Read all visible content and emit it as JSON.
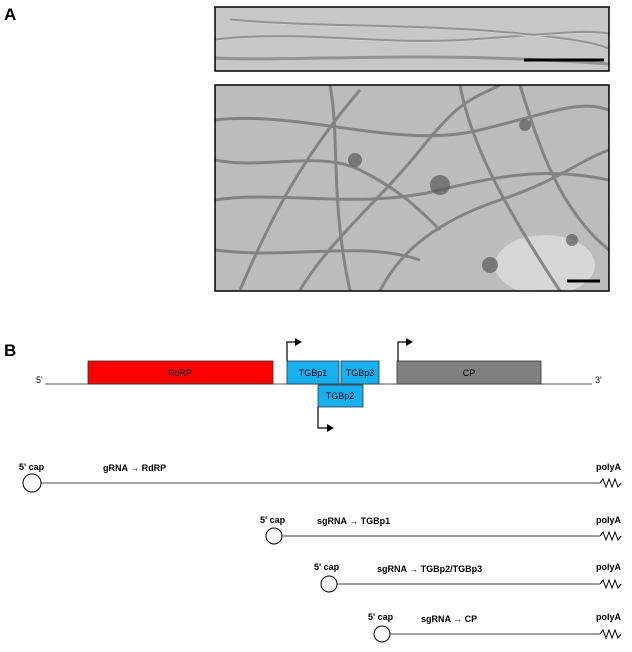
{
  "panel_a": {
    "label": "A"
  },
  "panel_b": {
    "label": "B",
    "genome": {
      "five_prime": "5'",
      "three_prime": "3'",
      "genes": [
        {
          "name": "RdRP",
          "color": "#ff0000"
        },
        {
          "name": "TGBp1",
          "color": "#16b0f0"
        },
        {
          "name": "TGBp3",
          "color": "#16b0f0"
        },
        {
          "name": "TGBp2",
          "color": "#16b0f0"
        },
        {
          "name": "CP",
          "color": "#808080"
        }
      ]
    },
    "transcripts": [
      {
        "cap": "5' cap",
        "label": "gRNA → RdRP",
        "tail": "polyA"
      },
      {
        "cap": "5' cap",
        "label": "sgRNA → TGBp1",
        "tail": "polyA"
      },
      {
        "cap": "5' cap",
        "label": "sgRNA → TGBp2/TGBp3",
        "tail": "polyA"
      },
      {
        "cap": "5' cap",
        "label": "sgRNA → CP",
        "tail": "polyA"
      }
    ]
  }
}
